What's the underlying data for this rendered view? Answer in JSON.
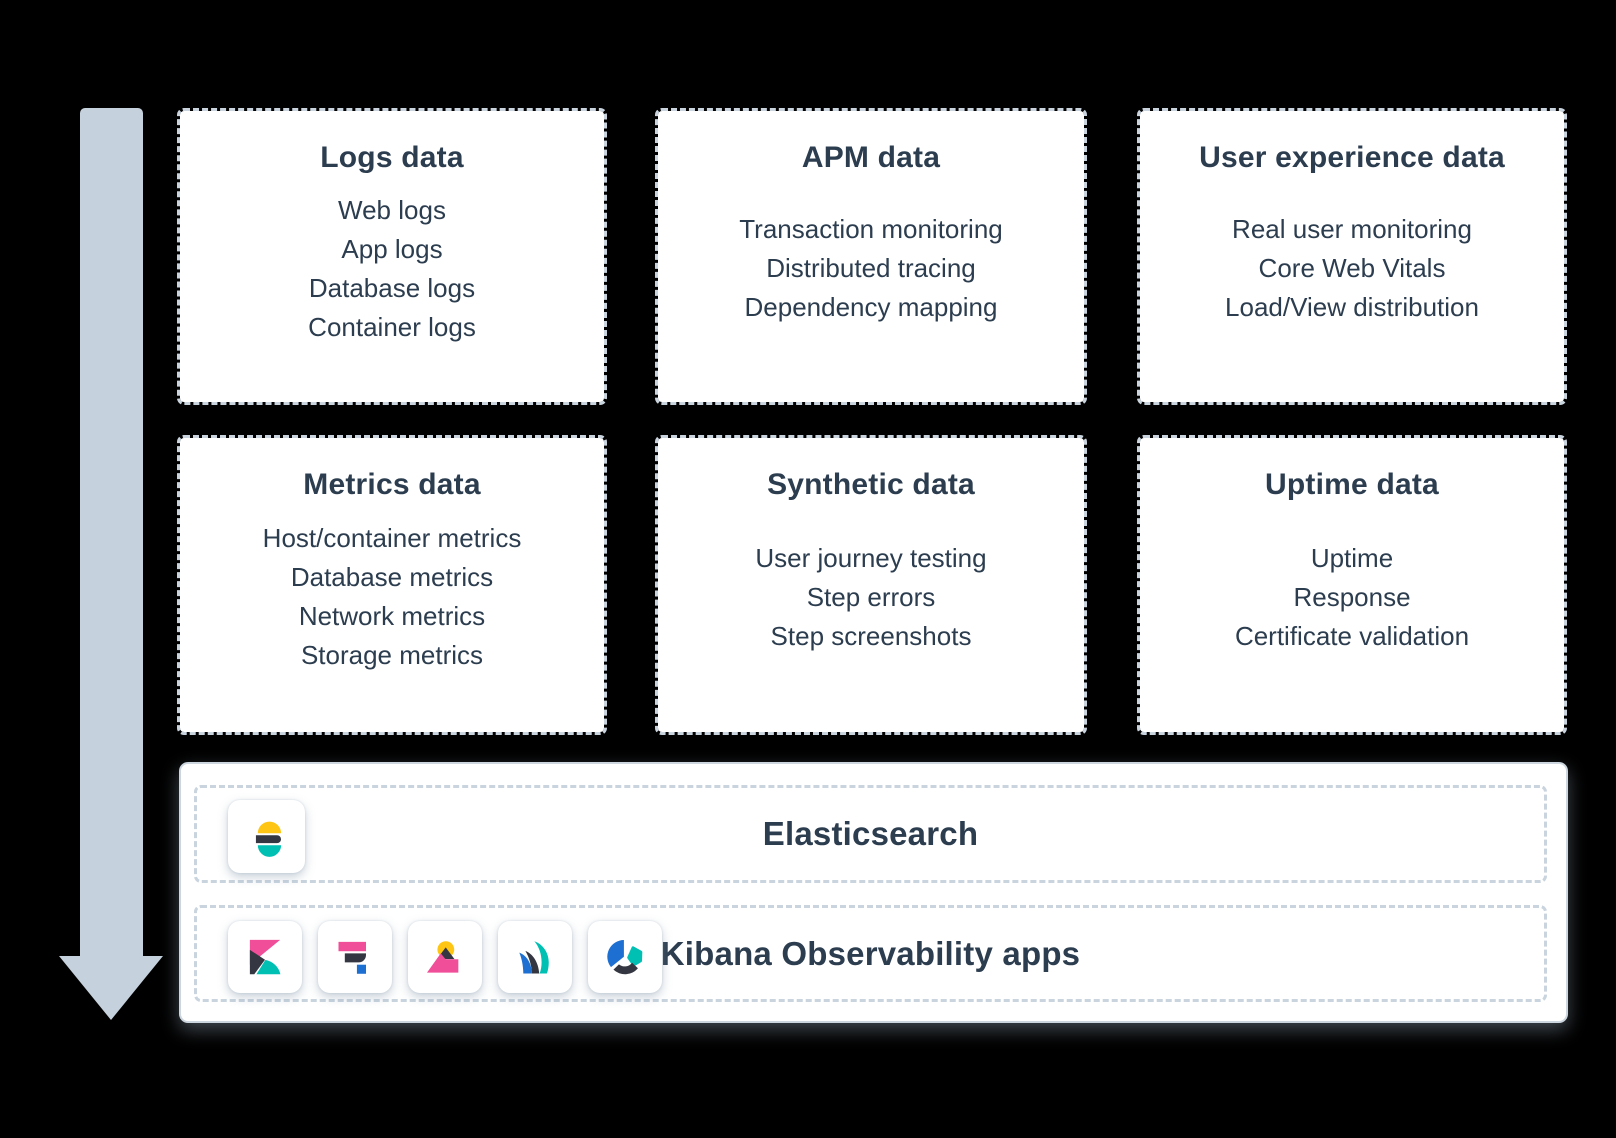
{
  "diagram": {
    "arrow": {
      "name": "data-flow-arrow",
      "direction": "down",
      "color": "#c5d1dc"
    },
    "cards": [
      {
        "title": "Logs data",
        "items": [
          "Web logs",
          "App logs",
          "Database logs",
          "Container logs"
        ]
      },
      {
        "title": "APM data",
        "items": [
          "Transaction monitoring",
          "Distributed tracing",
          "Dependency mapping"
        ]
      },
      {
        "title": "User experience data",
        "items": [
          "Real user monitoring",
          "Core Web Vitals",
          "Load/View distribution"
        ]
      },
      {
        "title": "Metrics data",
        "items": [
          "Host/container metrics",
          "Database metrics",
          "Network metrics",
          "Storage metrics"
        ]
      },
      {
        "title": "Synthetic data",
        "items": [
          "User journey testing",
          "Step errors",
          "Step screenshots"
        ]
      },
      {
        "title": "Uptime data",
        "items": [
          "Uptime",
          "Response",
          "Certificate validation"
        ]
      }
    ],
    "stack": {
      "rows": [
        {
          "label": "Elasticsearch",
          "icons": [
            "elasticsearch-logo"
          ]
        },
        {
          "label": "Kibana Observability apps",
          "icons": [
            "kibana-logo",
            "apm-app-icon",
            "uptime-app-icon",
            "metrics-app-icon",
            "observability-app-icon"
          ]
        }
      ]
    },
    "colors": {
      "page_bg": "#000000",
      "card_bg": "#ffffff",
      "card_text": "#2c3d4f",
      "dashed_border": "#c9d4de",
      "box_border": "#cdd6df",
      "arrow": "#c5d1dc",
      "elastic_yellow": "#fec514",
      "elastic_teal": "#00bfb3",
      "elastic_pink": "#f04e98",
      "elastic_blue": "#1d6fd1",
      "elastic_dark": "#343741"
    }
  }
}
